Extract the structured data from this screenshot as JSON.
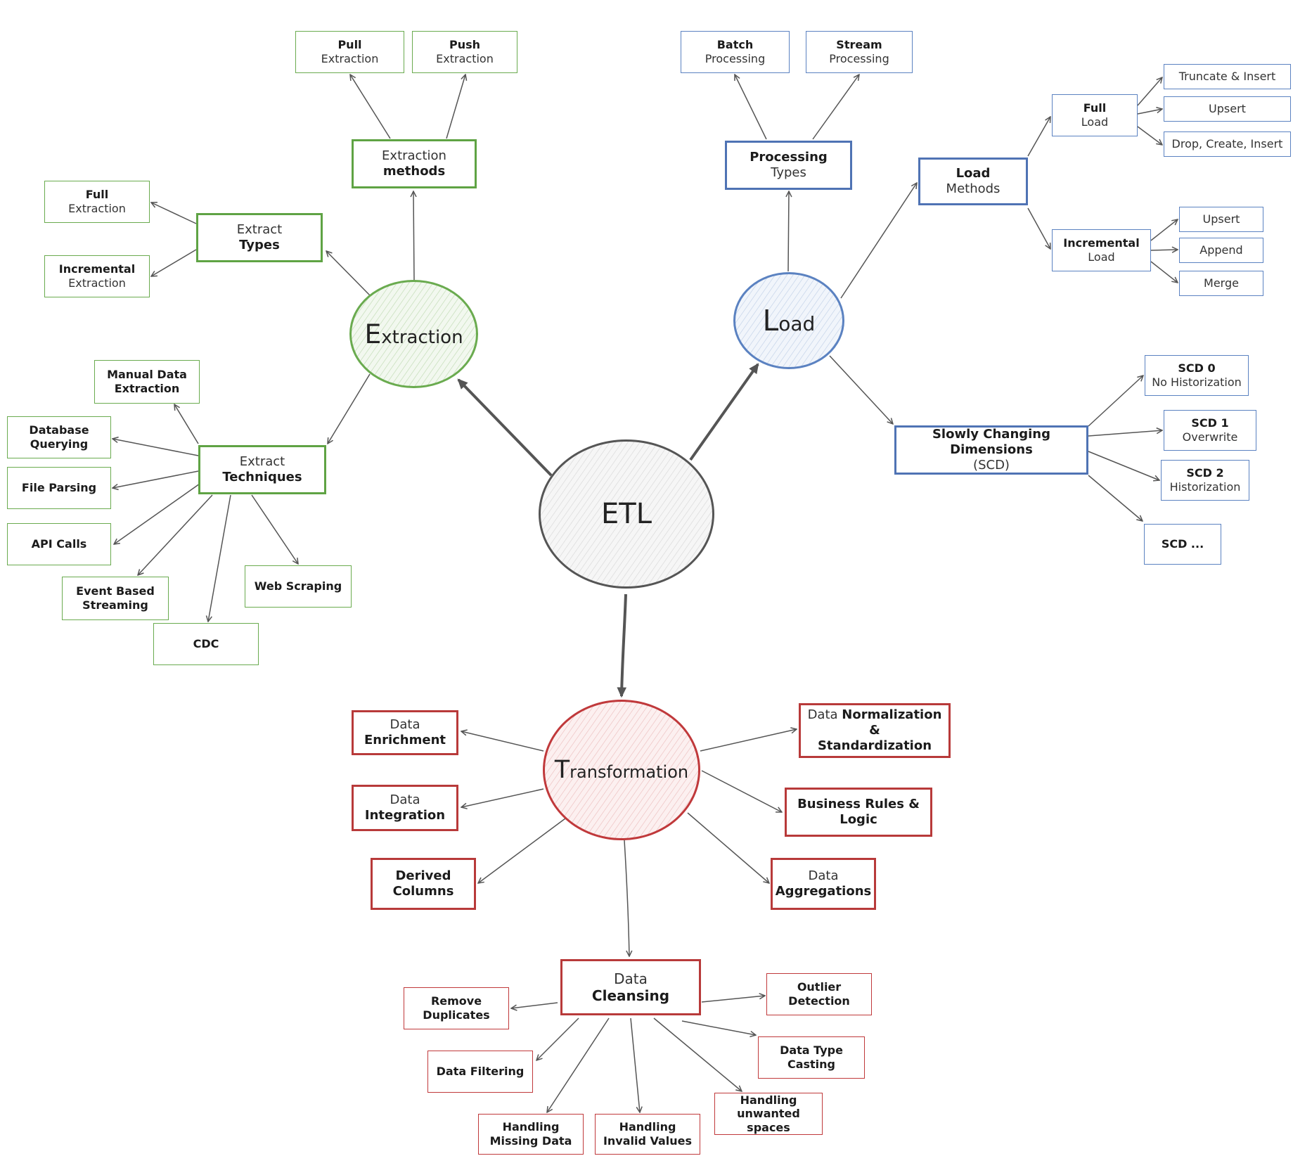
{
  "colors": {
    "extraction": "#6aab4f",
    "load": "#5b82c1",
    "transformation": "#c0393b",
    "etl": "#555555",
    "arrow": "#555555"
  },
  "etl": {
    "label": "ETL"
  },
  "extraction": {
    "hub": {
      "cap": "E",
      "rest": "xtraction"
    },
    "methods": {
      "title": {
        "line1": "Extraction",
        "line2": "methods"
      },
      "pull": {
        "line1": "Pull",
        "line2": "Extraction"
      },
      "push": {
        "line1": "Push",
        "line2": "Extraction"
      }
    },
    "types": {
      "title": {
        "line1": "Extract",
        "line2": "Types"
      },
      "full": {
        "line1": "Full",
        "line2": "Extraction"
      },
      "incremental": {
        "line1": "Incremental",
        "line2": "Extraction"
      }
    },
    "techniques": {
      "title": {
        "line1": "Extract",
        "line2": "Techniques"
      },
      "manual": {
        "line1": "Manual Data",
        "line2": "Extraction"
      },
      "database": {
        "line1": "Database",
        "line2": "Querying"
      },
      "file_parsing": "File Parsing",
      "api_calls": "API Calls",
      "event_streaming": {
        "line1": "Event Based",
        "line2": "Streaming"
      },
      "cdc": "CDC",
      "web_scraping": "Web Scraping"
    }
  },
  "load": {
    "hub": {
      "cap": "L",
      "rest": "oad"
    },
    "processing": {
      "title": {
        "line1": "Processing",
        "line2": "Types"
      },
      "batch": {
        "line1": "Batch",
        "line2": "Processing"
      },
      "stream": {
        "line1": "Stream",
        "line2": "Processing"
      }
    },
    "methods": {
      "title": {
        "line1": "Load",
        "line2": "Methods"
      },
      "full": {
        "line1": "Full",
        "line2": "Load"
      },
      "truncate": "Truncate & Insert",
      "upsert_full": "Upsert",
      "drop_create": "Drop, Create, Insert",
      "incremental": {
        "line1": "Incremental",
        "line2": "Load"
      },
      "upsert_inc": "Upsert",
      "append": "Append",
      "merge": "Merge"
    },
    "scd": {
      "title": {
        "line1": "Slowly Changing Dimensions",
        "line2": "(SCD)"
      },
      "scd0": {
        "line1": "SCD 0",
        "line2": "No Historization"
      },
      "scd1": {
        "line1": "SCD 1",
        "line2": "Overwrite"
      },
      "scd2": {
        "line1": "SCD 2",
        "line2": "Historization"
      },
      "scd_more": "SCD ..."
    }
  },
  "transformation": {
    "hub": {
      "cap": "T",
      "rest": "ransformation"
    },
    "enrichment": {
      "line1": "Data",
      "line2": "Enrichment"
    },
    "integration": {
      "line1": "Data",
      "line2": "Integration"
    },
    "derived": {
      "line1": "Derived",
      "line2": "Columns"
    },
    "normalization": {
      "line1a": "Data",
      "line1b": "Normalization &",
      "line2": "Standardization"
    },
    "business_rules": {
      "line1": "Business Rules &",
      "line2": "Logic"
    },
    "aggregations": {
      "line1": "Data",
      "line2": "Aggregations"
    },
    "cleansing": {
      "title": {
        "line1": "Data",
        "line2": "Cleansing"
      },
      "remove_duplicates": {
        "line1": "Remove",
        "line2": "Duplicates"
      },
      "filtering": "Data Filtering",
      "missing": {
        "line1": "Handling",
        "line2": "Missing Data"
      },
      "invalid": {
        "line1": "Handling",
        "line2": "Invalid Values"
      },
      "spaces": {
        "line1": "Handling",
        "line2": "unwanted spaces"
      },
      "type_casting": {
        "line1": "Data Type",
        "line2": "Casting"
      },
      "outlier": "Outlier Detection"
    }
  }
}
